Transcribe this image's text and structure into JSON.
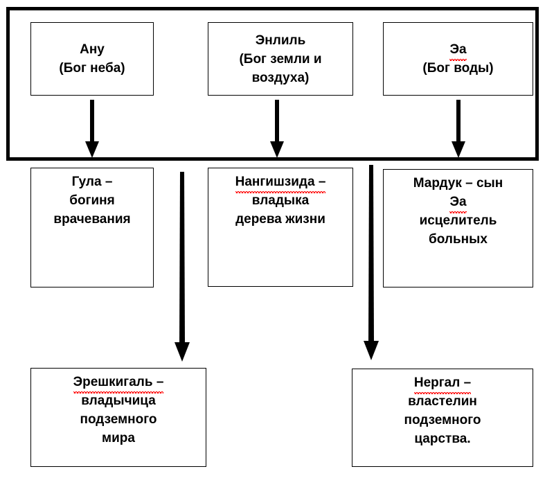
{
  "diagram": {
    "title": "Mesopotamian gods hierarchy diagram",
    "colors": {
      "line": "#000000",
      "background": "#ffffff",
      "spellcheck_underline": "#ff0000"
    },
    "nodes": {
      "anu": {
        "lines": [
          "Ану",
          "(Бог неба)"
        ]
      },
      "enlil": {
        "lines": [
          "Энлиль",
          "(Бог земли и",
          "воздуха)"
        ]
      },
      "ea": {
        "lines": [
          "Эа",
          "(Бог воды)"
        ]
      },
      "gula": {
        "lines": [
          "Гула –",
          "богиня",
          "врачевания"
        ]
      },
      "nangishzida": {
        "lines": [
          "Нангишзида –",
          "владыка",
          "дерева жизни"
        ]
      },
      "marduk": {
        "lines": [
          "Мардук – сын",
          "Эа",
          "исцелитель",
          "больных"
        ]
      },
      "ereshkigal": {
        "lines": [
          "Эрешкигаль –",
          "владычица",
          "подземного",
          "мира"
        ]
      },
      "nergal": {
        "lines": [
          "Нергал –",
          "властелин",
          "подземного",
          "царства."
        ]
      }
    },
    "connectors": [
      {
        "id": "anu-to-gula",
        "from": "anu",
        "to": "gula",
        "style": "arrow-down"
      },
      {
        "id": "enlil-to-nangish",
        "from": "enlil",
        "to": "nangishzida",
        "style": "arrow-down"
      },
      {
        "id": "ea-to-marduk",
        "from": "ea",
        "to": "marduk",
        "style": "arrow-down"
      },
      {
        "id": "to-ereshkigal",
        "from": "anu",
        "to": "ereshkigal",
        "style": "arrow-down-long"
      },
      {
        "id": "to-nergal",
        "from": "ea",
        "to": "nergal",
        "style": "arrow-down-long"
      }
    ]
  }
}
